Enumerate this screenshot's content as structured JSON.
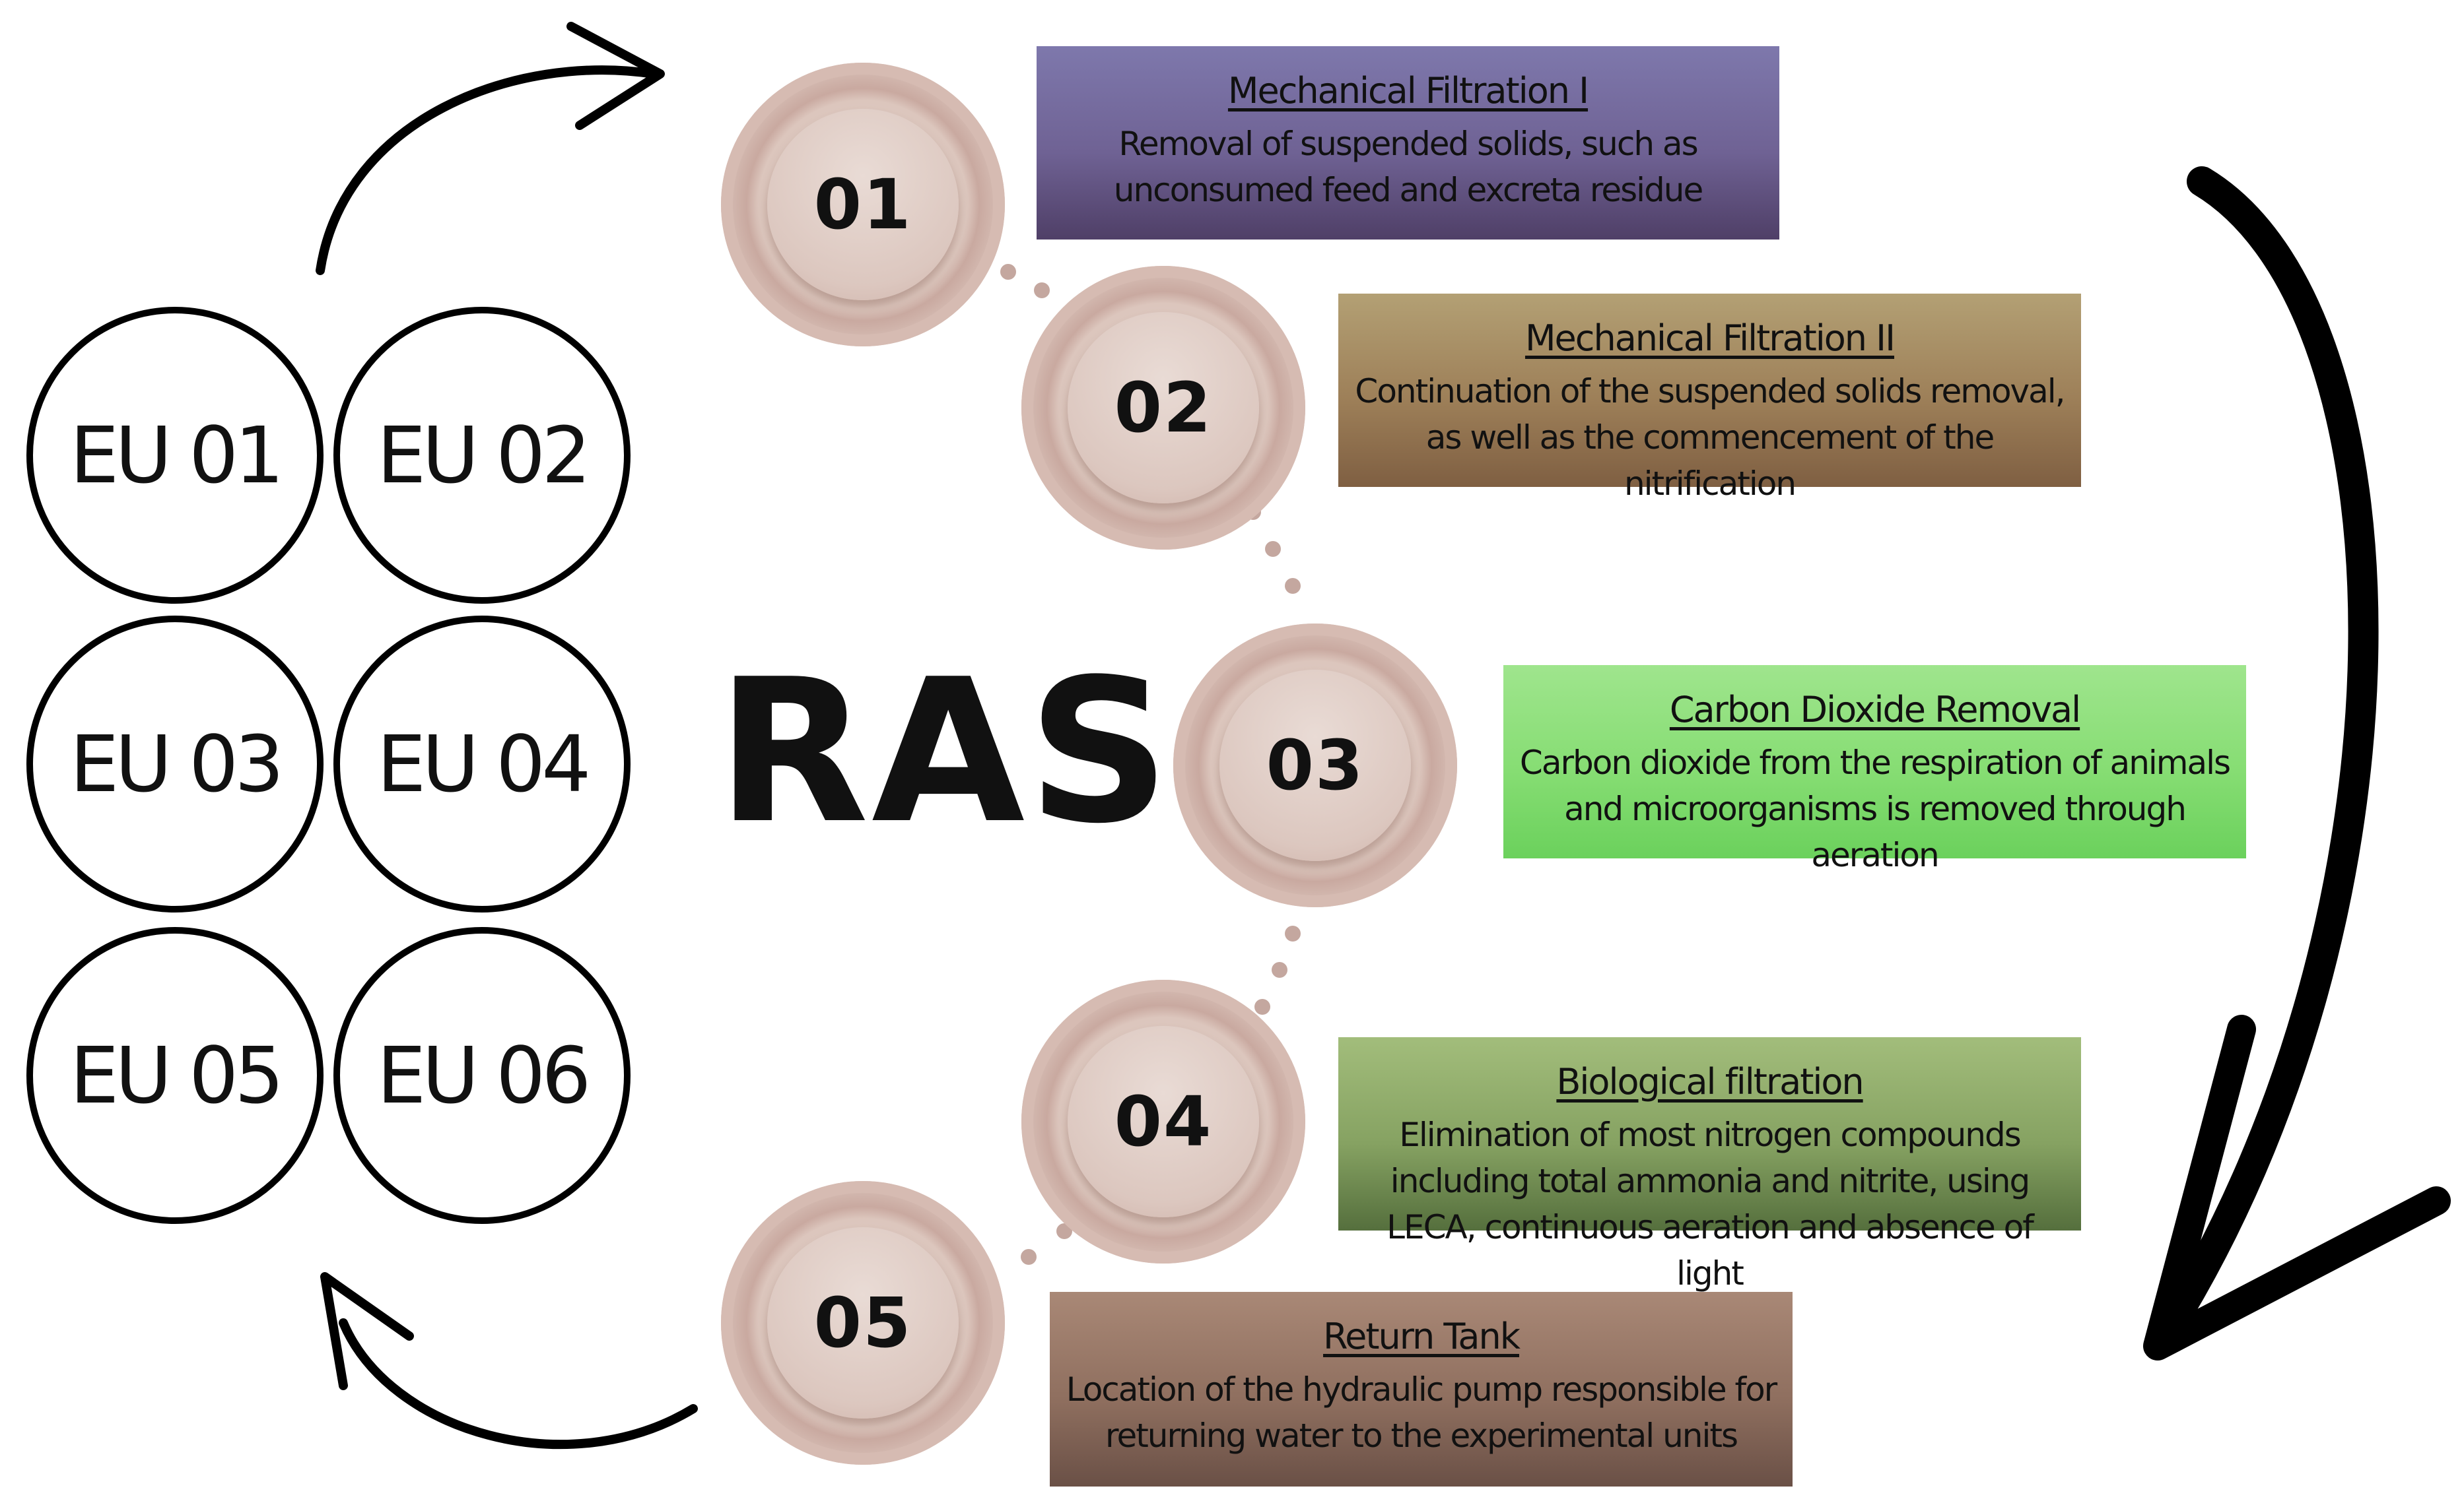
{
  "title": "RAS",
  "units": [
    {
      "id": "eu-01",
      "label": "EU 01"
    },
    {
      "id": "eu-02",
      "label": "EU 02"
    },
    {
      "id": "eu-03",
      "label": "EU 03"
    },
    {
      "id": "eu-04",
      "label": "EU 04"
    },
    {
      "id": "eu-05",
      "label": "EU 05"
    },
    {
      "id": "eu-06",
      "label": "EU 06"
    }
  ],
  "steps": [
    {
      "number": "01",
      "title": "Mechanical Filtration I",
      "description": "Removal of suspended solids, such as unconsumed feed and excreta residue",
      "color": "#7b73a6"
    },
    {
      "number": "02",
      "title": "Mechanical Filtration II",
      "description": "Continuation of the suspended solids removal, as well as the commencement of the nitrification",
      "color": "#a89066"
    },
    {
      "number": "03",
      "title": "Carbon Dioxide Removal",
      "description": "Carbon dioxide from the respiration of animals and microorganisms is removed through aeration",
      "color": "#8fe07f"
    },
    {
      "number": "04",
      "title": "Biological filtration",
      "description": "Elimination of most nitrogen compounds including total ammonia and nitrite, using LECA, continuous aeration and absence of light",
      "color": "#8fac6b"
    },
    {
      "number": "05",
      "title": "Return Tank",
      "description": "Location of the hydraulic pump responsible for returning water to the experimental units",
      "color": "#98796a"
    }
  ],
  "arrows": [
    {
      "id": "units-to-step1",
      "icon": "curved-arrow-icon"
    },
    {
      "id": "step1-to-step5",
      "icon": "large-curved-arrow-icon"
    },
    {
      "id": "step5-to-units",
      "icon": "curved-arrow-icon"
    }
  ]
}
